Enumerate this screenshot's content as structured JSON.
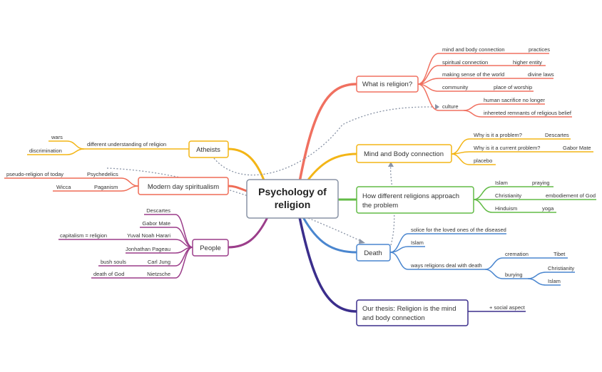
{
  "central": {
    "line1": "Psychology of",
    "line2": "religion"
  },
  "colors": {
    "red": "#f07060",
    "orange": "#f3b516",
    "green": "#62bb46",
    "blue": "#4a86cf",
    "navy": "#3b2e8c",
    "purple": "#9b3d8a",
    "salmon": "#ef6c56",
    "gray": "#8a94a6"
  },
  "what_is_religion": {
    "label": "What is religion?",
    "items": [
      {
        "label": "mind and body connection",
        "sub": "practices"
      },
      {
        "label": "spiritual connection",
        "sub": "higher entity"
      },
      {
        "label": "making sense of the world",
        "sub": "divine laws"
      },
      {
        "label": "community",
        "sub": "place of worship"
      },
      {
        "label": "culture",
        "subs": [
          "human sacrifice no longer",
          "inhereted remnants of religious belief"
        ]
      }
    ]
  },
  "mind_body": {
    "label": "Mind and Body connection",
    "items": [
      {
        "label": "Why is it a problem?",
        "sub": "Descartes"
      },
      {
        "label": "Why is it a current problem?",
        "sub": "Gabor Mate"
      },
      {
        "label": "placebo"
      }
    ]
  },
  "religions": {
    "line1": "How different religions approach",
    "line2": "the problem",
    "items": [
      {
        "label": "Islam",
        "sub": "praying"
      },
      {
        "label": "Christianity",
        "sub": "embodiement of God"
      },
      {
        "label": "Hinduism",
        "sub": "yoga"
      }
    ]
  },
  "death": {
    "label": "Death",
    "items": [
      {
        "label": "solice for the loved ones of the diseased"
      },
      {
        "label": "Islam"
      },
      {
        "label": "ways religions deal with death"
      }
    ],
    "ways": [
      {
        "label": "cremation",
        "subs": [
          "Tibet"
        ]
      },
      {
        "label": "burying",
        "subs": [
          "Christianity",
          "Islam"
        ]
      }
    ]
  },
  "thesis": {
    "line1": "Our thesis: Religion is the mind",
    "line2": "and body connection",
    "sub": "+ social aspect"
  },
  "atheists": {
    "label": "Atheists",
    "item": "different understanding of religion",
    "subs": [
      "wars",
      "discrimination"
    ]
  },
  "modern": {
    "label": "Modern day spiritualism",
    "items": [
      {
        "label": "Psychedelics",
        "sub": "pseudo-religion of today"
      },
      {
        "label": "Paganism",
        "sub": "Wicca"
      }
    ]
  },
  "people": {
    "label": "People",
    "items": [
      {
        "label": "Descartes"
      },
      {
        "label": "Gabor Mate"
      },
      {
        "label": "Yuval Noah Harari",
        "sub": "capitalism = religion"
      },
      {
        "label": "Jonhathan Pageau"
      },
      {
        "label": "Carl Jung",
        "sub": "bush souls"
      },
      {
        "label": "Nietzsche",
        "sub": "death of God"
      }
    ]
  }
}
